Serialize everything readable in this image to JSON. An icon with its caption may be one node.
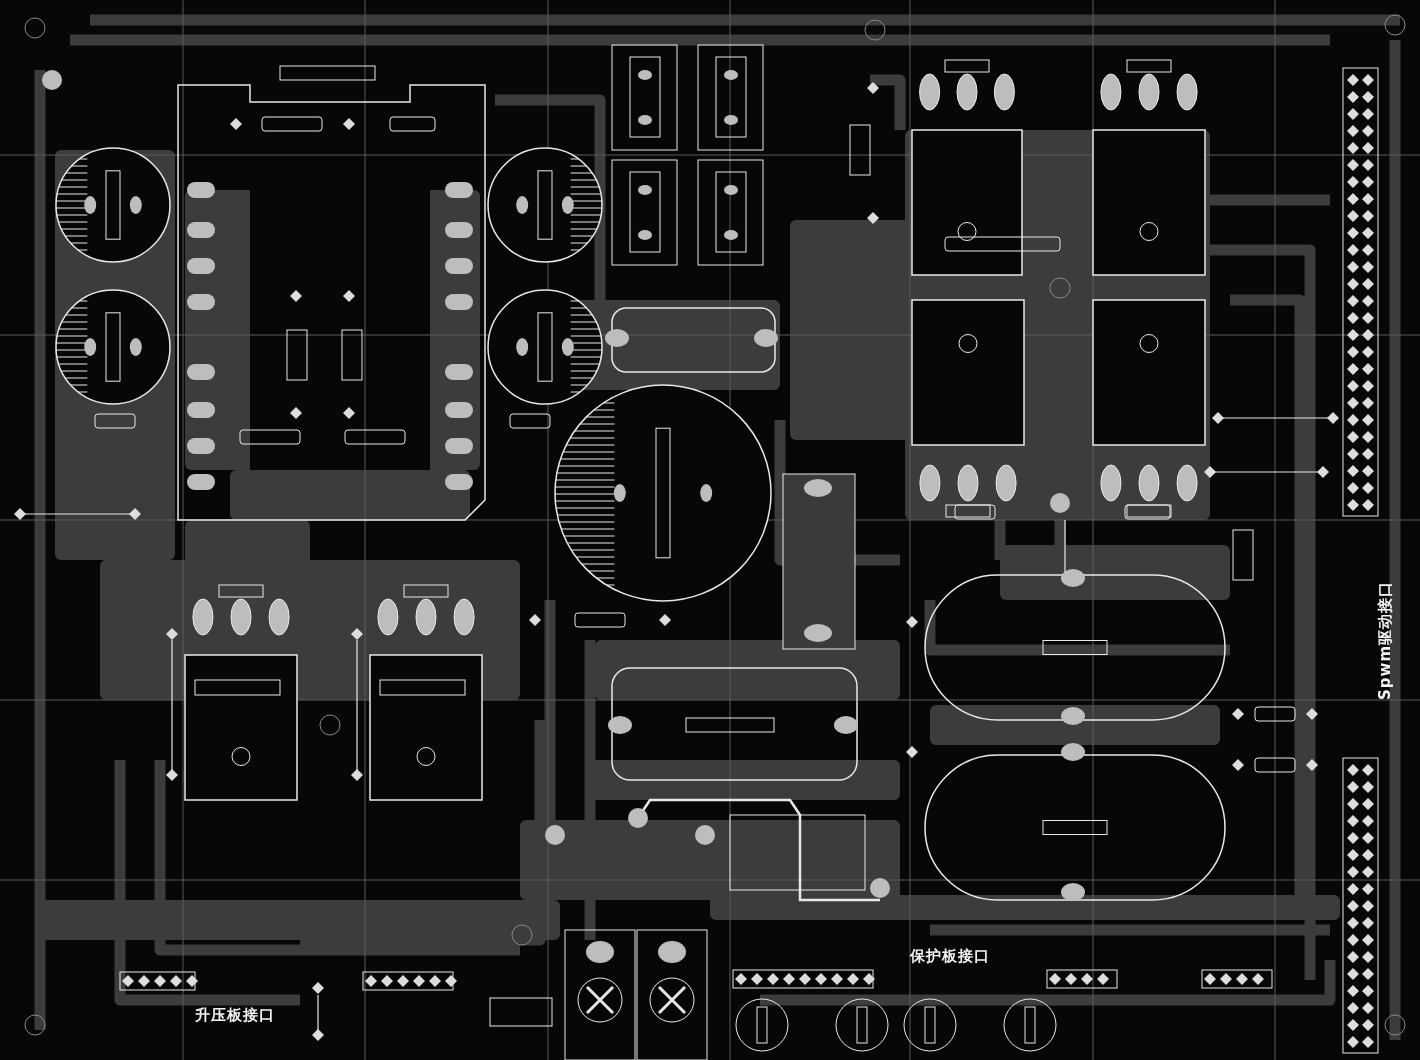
{
  "diagram": {
    "labels": [
      "升压板接口",
      "保护板接口",
      "Spwm驱动接口"
    ]
  }
}
